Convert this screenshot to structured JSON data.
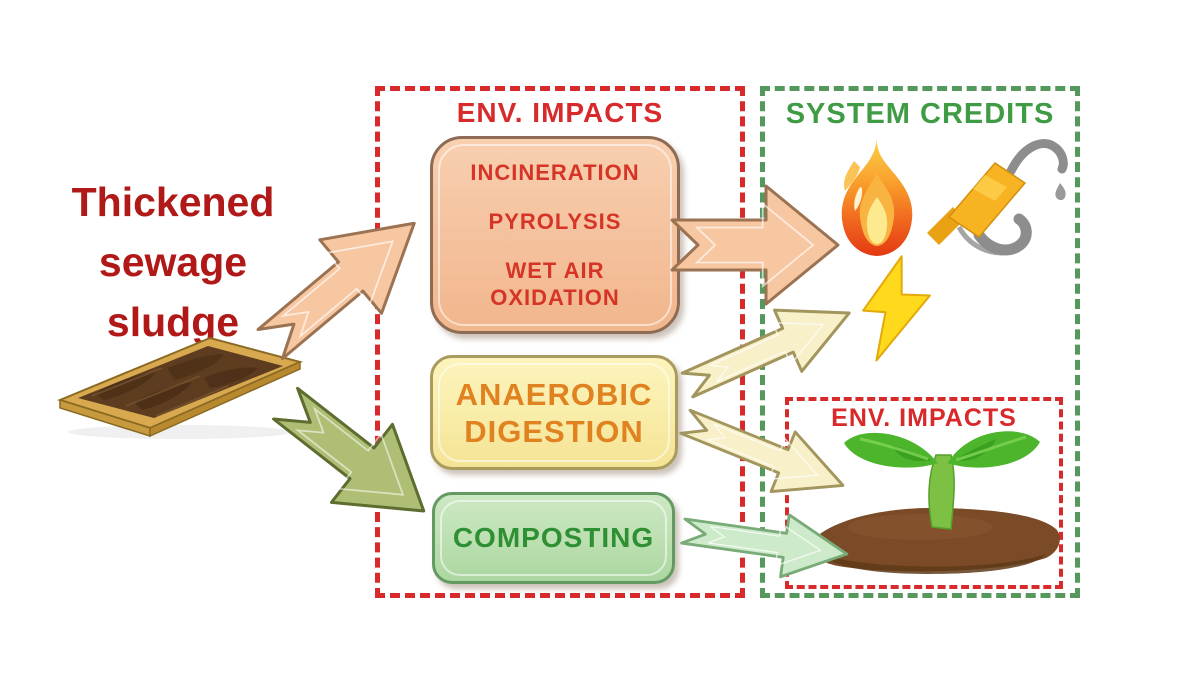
{
  "source": {
    "label": "Thickened sewage sludge",
    "label_lines": [
      "Thickened",
      "sewage",
      "sludge"
    ],
    "icon": "sludge-tray-icon"
  },
  "treatment_panel": {
    "title": "ENV. IMPACTS",
    "thermal_box": {
      "items": [
        "INCINERATION",
        "PYROLYSIS",
        "WET AIR OXIDATION"
      ]
    },
    "digestion_box": {
      "label": "ANAEROBIC DIGESTION"
    },
    "composting_box": {
      "label": "COMPOSTING"
    }
  },
  "credits_panel": {
    "title": "SYSTEM CREDITS",
    "icons": [
      "flame-icon",
      "fuel-nozzle-icon",
      "lightning-bolt-icon"
    ]
  },
  "land_panel": {
    "title": "ENV. IMPACTS",
    "icon": "seedling-in-soil-icon"
  },
  "arrows": [
    {
      "name": "sludge-to-thermal",
      "color": "#f7c7a2"
    },
    {
      "name": "sludge-to-composting",
      "color": "#aebf75"
    },
    {
      "name": "thermal-to-credits",
      "color": "#f7c7a2"
    },
    {
      "name": "digestion-to-electricity",
      "color": "#f7f0c8"
    },
    {
      "name": "digestion-to-land",
      "color": "#f7f0c8"
    },
    {
      "name": "composting-to-land",
      "color": "#cdeaca"
    }
  ],
  "colors": {
    "heading_red": "#b01917",
    "impacts_dash_red": "#d8292b",
    "credits_dash_green": "#55985b",
    "credits_title_green": "#3f9b44",
    "thermal_fill": "#f5c3a0",
    "thermal_text": "#d53426",
    "digestion_fill": "#f9edaa",
    "digestion_text": "#e0821f",
    "composting_fill": "#bde0b2",
    "composting_text": "#2e8f33"
  }
}
